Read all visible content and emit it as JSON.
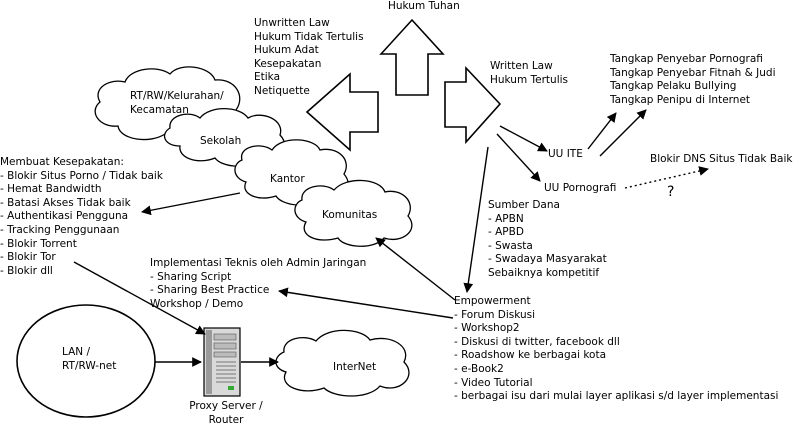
{
  "top": {
    "hukum_tuhan": "Hukum Tuhan"
  },
  "unwritten": {
    "lines": [
      "Unwritten Law",
      "Hukum Tidak Tertulis",
      "Hukum Adat",
      "Kesepakatan",
      "Etika",
      "Netiquette"
    ]
  },
  "written": {
    "lines": [
      "Written Law",
      "Hukum Tertulis"
    ]
  },
  "actions": {
    "lines": [
      "Tangkap Penyebar Pornografi",
      "Tangkap Penyebar Fitnah & Judi",
      "Tangkap Pelaku Bullying",
      "Tangkap Penipu di Internet"
    ]
  },
  "clouds": {
    "rtrw": [
      "RT/RW/Kelurahan/",
      "Kecamatan"
    ],
    "sekolah": "Sekolah",
    "kantor": "Kantor",
    "komunitas": "Komunitas",
    "internet": "InterNet"
  },
  "laws": {
    "uu_ite": "UU ITE",
    "uu_pornografi": "UU Pornografi",
    "blokir_dns": "Blokir DNS Situs Tidak Baik",
    "question": "?"
  },
  "kesepakatan": {
    "lines": [
      "Membuat Kesepakatan:",
      "- Blokir Situs Porno / Tidak baik",
      "- Hemat Bandwidth",
      "- Batasi Akses Tidak baik",
      "- Authentikasi Pengguna",
      "- Tracking Penggunaan",
      "- Blokir Torrent",
      "- Blokir Tor",
      "- Blokir dll"
    ]
  },
  "dana": {
    "lines": [
      "Sumber Dana",
      "- APBN",
      "- APBD",
      "- Swasta",
      "- Swadaya Masyarakat",
      "Sebaiknya kompetitif"
    ]
  },
  "implementasi": {
    "lines": [
      "Implementasi Teknis oleh Admin Jaringan",
      "- Sharing Script",
      "- Sharing Best Practice",
      "Workshop / Demo"
    ]
  },
  "empowerment": {
    "lines": [
      "Empowerment",
      "- Forum Diskusi",
      "- Workshop2",
      "- Diskusi di twitter, facebook dll",
      "- Roadshow ke berbagai kota",
      "- e-Book2",
      "- Video Tutorial",
      "- berbagai isu dari mulai layer aplikasi s/d layer implementasi"
    ]
  },
  "lan": {
    "lines": [
      "LAN /",
      "RT/RW-net"
    ]
  },
  "proxy": {
    "lines": [
      "Proxy Server /",
      "Router"
    ]
  }
}
